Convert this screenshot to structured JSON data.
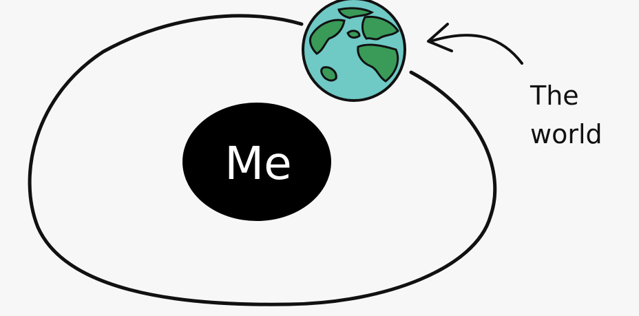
{
  "center": {
    "label": "Me"
  },
  "globe": {
    "icon": "earth-globe-icon"
  },
  "annotation": {
    "line1": "The",
    "line2": "world"
  },
  "colors": {
    "background": "#f7f7f7",
    "ink": "#111111",
    "center_fill": "#000000",
    "ocean": "#6fc9c5",
    "land": "#3a9a58"
  }
}
